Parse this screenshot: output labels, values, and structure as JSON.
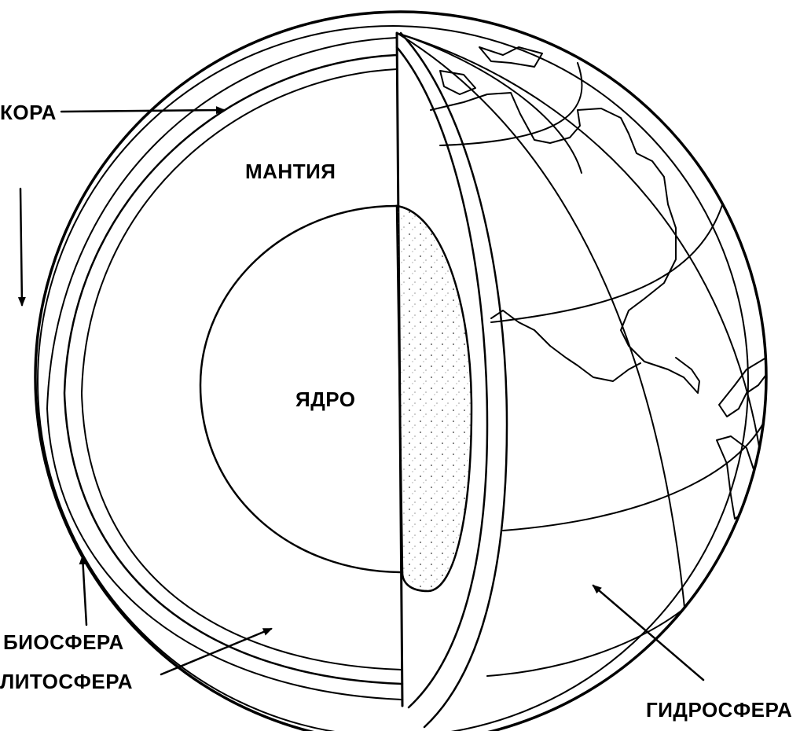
{
  "diagram": {
    "labels": {
      "kora": "КОРА",
      "mantiya": "МАНТИЯ",
      "yadro": "ЯДРО",
      "biosfera": "БИОСФЕРА",
      "litosfera": "ЛИТОСФЕРА",
      "gidrosfera": "ГИДРОСФЕРА"
    },
    "colors": {
      "ink": "#000000",
      "paper": "#ffffff"
    }
  }
}
